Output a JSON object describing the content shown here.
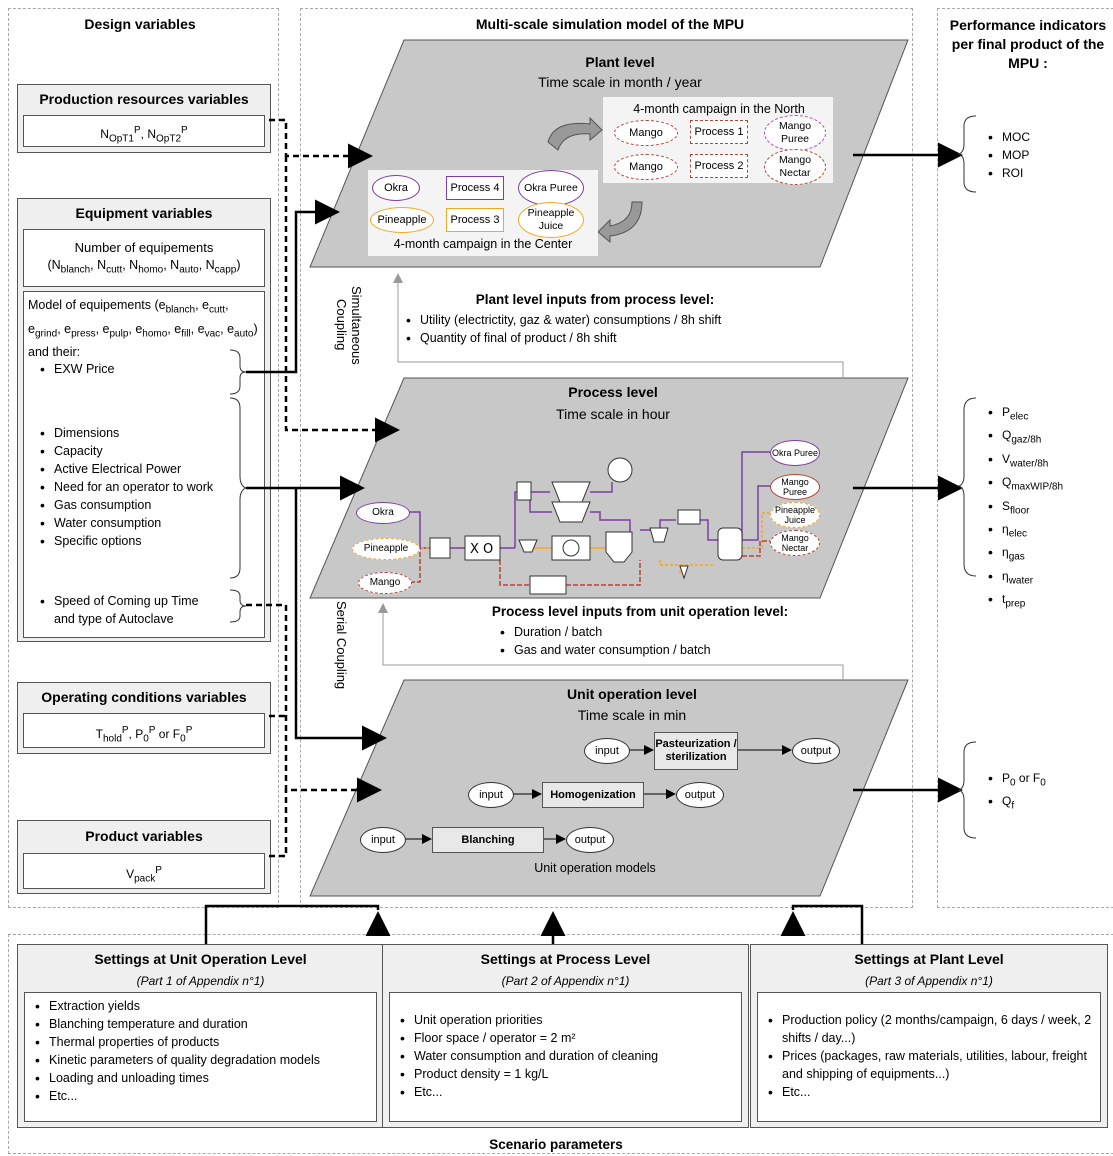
{
  "headers": {
    "design": "Design variables",
    "multiscale": "Multi-scale simulation model of the MPU",
    "performance": "Performance indicators per final product of the MPU :"
  },
  "production": {
    "title": "Production resources variables",
    "content": "N_OpT1^P, N_OpT2^P"
  },
  "equipment": {
    "title": "Equipment variables",
    "number_label": "Number of equipements",
    "number_vars": "(N_blanch, N_cutt, N_homo, N_auto, N_capp)",
    "model_text": "Model of equipements (e_blanch, e_cutt, e_grind, e_press, e_pulp, e_homo, e_fill, e_vac, e_auto) and their:",
    "exw": "EXW Price",
    "props": [
      "Dimensions",
      "Capacity",
      "Active Electrical Power",
      "Need for an operator to work",
      "Gas consumption",
      "Water consumption",
      "Specific options"
    ],
    "speed": "Speed of Coming up Time and type of Autoclave"
  },
  "operating": {
    "title": "Operating conditions variables",
    "content": "T_hold^P, P0^P or F0^P"
  },
  "product": {
    "title": "Product variables",
    "content": "V_pack^P"
  },
  "plant": {
    "title": "Plant level",
    "subtitle": "Time scale in month / year",
    "north_caption": "4-month campaign in the North",
    "center_caption": "4-month campaign in the Center",
    "north_rows": [
      {
        "input": "Mango",
        "process": "Process 1",
        "output": "Mango Puree"
      },
      {
        "input": "Mango",
        "process": "Process 2",
        "output": "Mango Nectar"
      }
    ],
    "center_rows": [
      {
        "input": "Okra",
        "process": "Process 4",
        "output": "Okra Puree"
      },
      {
        "input": "Pineapple",
        "process": "Process 3",
        "output": "Pineapple Juice"
      }
    ]
  },
  "coupling": {
    "simultaneous": "Simultaneous Coupling",
    "serial": "Serial Coupling"
  },
  "plant_inputs": {
    "title": "Plant level inputs from process level:",
    "items": [
      "Utility (electrictity, gaz & water) consumptions / 8h shift",
      "Quantity of final of product / 8h shift"
    ]
  },
  "process": {
    "title": "Process level",
    "subtitle": "Time scale in hour",
    "inputs": [
      "Okra",
      "Pineapple",
      "Mango"
    ],
    "outputs": [
      "Okra Puree",
      "Mango Puree",
      "Pineapple Juice",
      "Mango Nectar"
    ]
  },
  "process_inputs": {
    "title": "Process level inputs from unit operation level:",
    "items": [
      "Duration / batch",
      "Gas and water consumption / batch"
    ]
  },
  "unit": {
    "title": "Unit operation level",
    "subtitle": "Time scale in min",
    "input": "input",
    "output": "output",
    "ops": [
      "Pasteurization / sterilization",
      "Homogenization",
      "Blanching"
    ],
    "caption": "Unit operation models"
  },
  "indicators": {
    "plant": [
      "MOC",
      "MOP",
      "ROI"
    ],
    "process": [
      "P_elec",
      "Q_gaz/8h",
      "V_water/8h",
      "Q_maxWIP/8h",
      "S_floor",
      "η_elec",
      "η_gas",
      "η_water",
      "t_prep"
    ],
    "unit": [
      "P0 or F0",
      "Q_f"
    ]
  },
  "settings": [
    {
      "title": "Settings at Unit Operation Level",
      "sub": "(Part 1 of Appendix n°1)",
      "items": [
        "Extraction yields",
        "Blanching temperature and duration",
        "Thermal properties of products",
        "Kinetic parameters of quality degradation models",
        "Loading and unloading times",
        "Etc..."
      ]
    },
    {
      "title": "Settings at Process Level",
      "sub": "(Part 2 of Appendix n°1)",
      "items": [
        "Unit operation priorities",
        "Floor space / operator = 2 m²",
        "Water consumption and duration of cleaning",
        "Product density = 1 kg/L",
        "Etc..."
      ]
    },
    {
      "title": "Settings at Plant Level",
      "sub": "(Part 3 of Appendix n°1)",
      "items": [
        "Production policy (2 months/campaign, 6 days / week, 2 shifts / day...)",
        "Prices (packages, raw materials, utilities, labour, freight and shipping of equipments...)",
        "Etc..."
      ]
    }
  ],
  "scenario": "Scenario parameters",
  "colors": {
    "purple": "#7a3fa0",
    "orange": "#f5a623",
    "red": "#b5443a",
    "gray": "#c8c8c8"
  }
}
